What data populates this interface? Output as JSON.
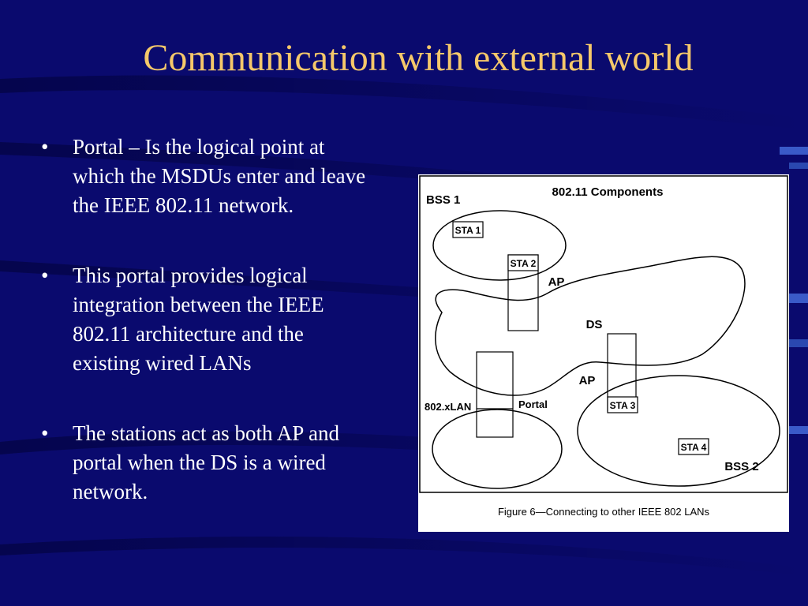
{
  "slide": {
    "title": "Communication with external world",
    "bullets": [
      {
        "marker": "•",
        "text": "Portal – Is the logical point at which the MSDUs enter and leave the IEEE 802.11 network."
      },
      {
        "marker": "•",
        "text": "This portal provides logical integration between the IEEE 802.11 architecture and the existing wired LANs"
      },
      {
        "marker": "•",
        "text": "The stations act as both AP and portal when the DS is a wired network."
      }
    ]
  },
  "figure": {
    "heading": "802.11 Components",
    "caption": "Figure 6—Connecting to other IEEE 802 LANs",
    "labels": {
      "bss1": "BSS 1",
      "bss2": "BSS 2",
      "sta1": "STA 1",
      "sta2": "STA 2",
      "sta3": "STA 3",
      "sta4": "STA 4",
      "ap_upper": "AP",
      "ap_lower": "AP",
      "ds": "DS",
      "lan": "802.xLAN",
      "portal": "Portal"
    }
  },
  "colors": {
    "background": "#0a0a6e",
    "title": "#f5c86a",
    "text": "#ffffff"
  }
}
